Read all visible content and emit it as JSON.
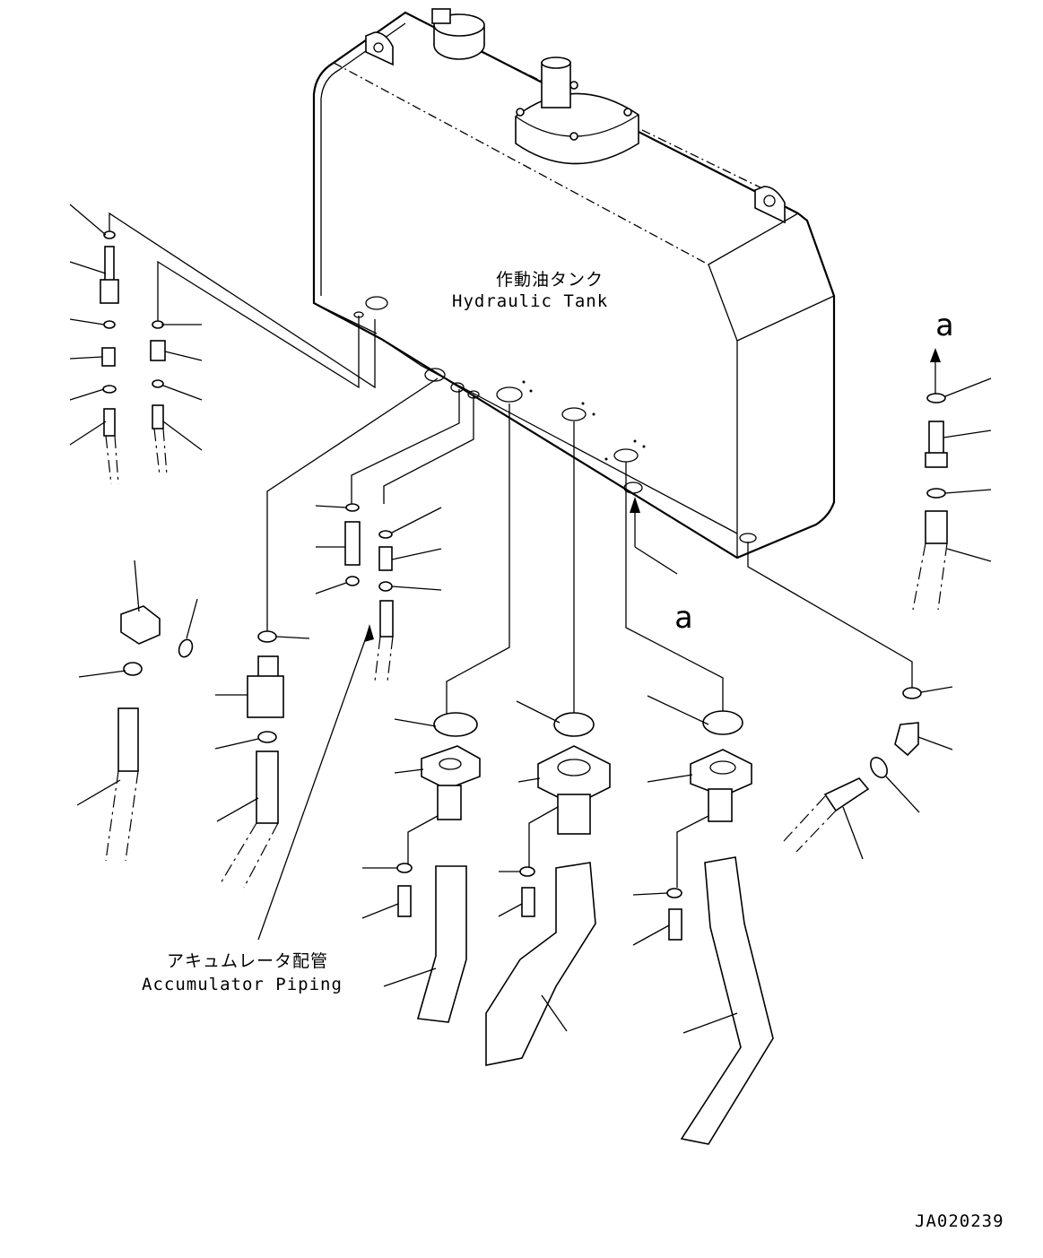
{
  "tank_label_jp": "作動油タンク",
  "tank_label_en": "Hydraulic Tank",
  "accumulator_label_jp": "アキュムレータ配管",
  "accumulator_label_en": "Accumulator Piping",
  "view_marker_top": "a",
  "view_marker_bottom": "a",
  "drawing_number": "JA020239"
}
